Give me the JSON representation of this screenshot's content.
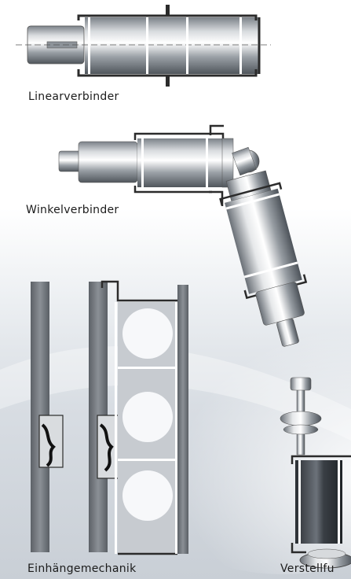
{
  "captions": {
    "linear": "Linearverbinder",
    "winkel": "Winkelverbinder",
    "einhaenge": "Einhängemechanik",
    "verstell": "Verstellfu"
  },
  "colors": {
    "frame": "#2b2b2b",
    "metal_dark": "#6f757c",
    "metal_light": "#f3f4f6",
    "panel": "#c9cdd2",
    "rib": "#8a9097"
  }
}
